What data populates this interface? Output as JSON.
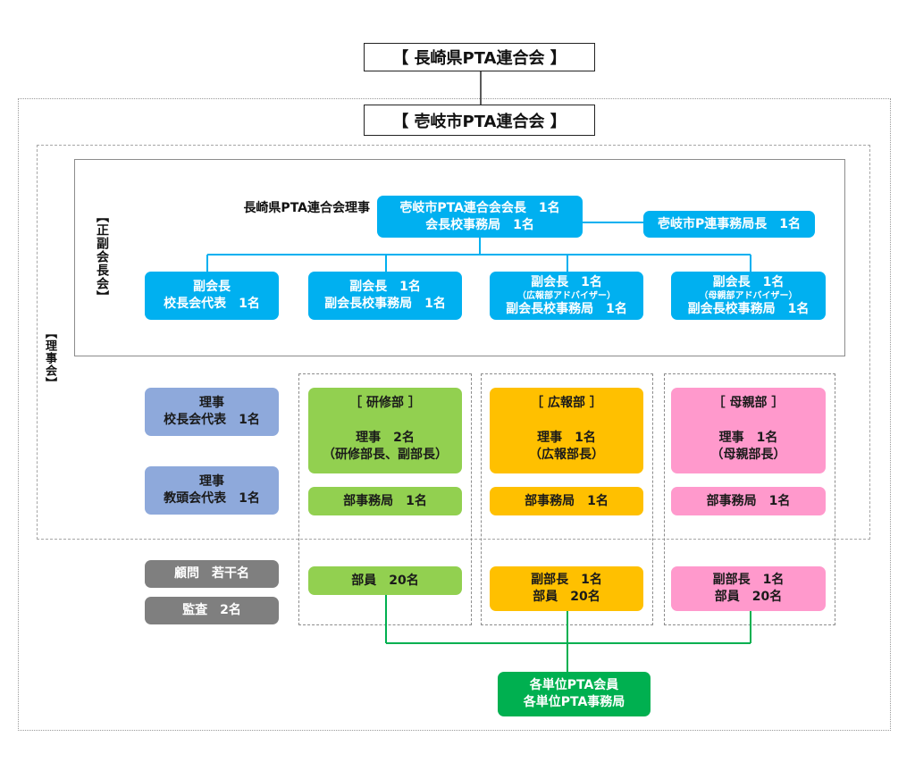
{
  "colors": {
    "officer_blue": "#00B0F0",
    "director_blue": "#8EA9DB",
    "training_green": "#92D050",
    "pr_orange": "#FFC000",
    "mothers_pink": "#FF99CC",
    "advisor_gray": "#7F7F7F",
    "unit_green": "#00B050"
  },
  "prefecture": {
    "title": "【 長崎県PTA連合会 】"
  },
  "city": {
    "title": "【 壱岐市PTA連合会 】"
  },
  "board": {
    "label": "【理事会】"
  },
  "executive": {
    "label": "【正副会長会】",
    "prefecture_director_label": "長崎県PTA連合会理事",
    "president": {
      "line1": "壱岐市PTA連合会会長　1名",
      "line2": "会長校事務局　1名"
    },
    "secretariat_head": "壱岐市P連事務局長　1名",
    "vice_presidents": [
      {
        "line1": "副会長",
        "line2": "校長会代表　1名"
      },
      {
        "line1": "副会長　1名",
        "line2": "副会長校事務局　1名"
      },
      {
        "line1": "副会長　1名",
        "note": "（広報部アドバイザー）",
        "line2": "副会長校事務局　1名"
      },
      {
        "line1": "副会長　1名",
        "note": "（母親部アドバイザー）",
        "line2": "副会長校事務局　1名"
      }
    ]
  },
  "directors": [
    {
      "line1": "理事",
      "line2": "校長会代表　1名"
    },
    {
      "line1": "理事",
      "line2": "教頭会代表　1名"
    }
  ],
  "departments": [
    {
      "name": "［ 研修部 ］",
      "director": "理事　2名",
      "director_note": "（研修部長、副部長）",
      "secretariat": "部事務局　1名",
      "members": [
        "部員　20名"
      ]
    },
    {
      "name": "［ 広報部 ］",
      "director": "理事　1名",
      "director_note": "（広報部長）",
      "secretariat": "部事務局　1名",
      "members": [
        "副部長　1名",
        "部員　20名"
      ]
    },
    {
      "name": "［ 母親部 ］",
      "director": "理事　1名",
      "director_note": "（母親部長）",
      "secretariat": "部事務局　1名",
      "members": [
        "副部長　1名",
        "部員　20名"
      ]
    }
  ],
  "others": [
    {
      "label": "顧問　若干名"
    },
    {
      "label": "監査　2名"
    }
  ],
  "unit_members": {
    "line1": "各単位PTA会員",
    "line2": "各単位PTA事務局"
  }
}
